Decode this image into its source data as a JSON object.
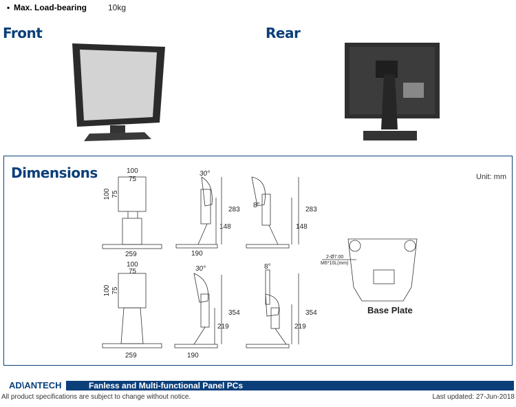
{
  "spec": {
    "label": "Max. Load-bearing",
    "value": "10kg"
  },
  "sections": {
    "front": "Front",
    "rear": "Rear",
    "dimensions": "Dimensions"
  },
  "unit": "Unit: mm",
  "dims": {
    "w100": "100",
    "w75": "75",
    "h100": "100",
    "h75": "75",
    "base259": "259",
    "d190": "190",
    "a30": "30°",
    "a8": "8°",
    "h283": "283",
    "h148": "148",
    "h354": "354",
    "h219": "219"
  },
  "base_plate": {
    "title": "Base Plate",
    "hole": "2-Ø7.00",
    "screw": "M6*10L(mm)"
  },
  "footer": {
    "brand": "AD\\ANTECH",
    "title": "Fanless and Multi-functional Panel PCs",
    "note": "All product specifications are subject to change without notice.",
    "updated": "Last updated: 27-Jun-2018"
  },
  "colors": {
    "brand": "#0b3f7a"
  }
}
